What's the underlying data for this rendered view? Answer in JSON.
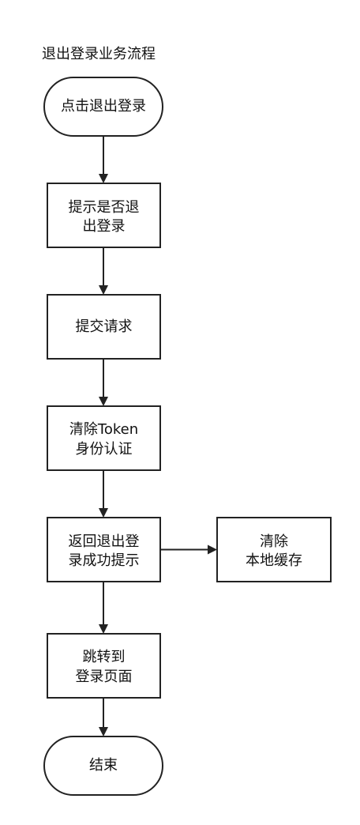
{
  "title": "退出登录业务流程",
  "nodes": [
    {
      "id": "start",
      "shape": "terminator",
      "lines": [
        "点击退出登录"
      ]
    },
    {
      "id": "confirm",
      "shape": "process",
      "lines": [
        "提示是否退",
        "出登录"
      ]
    },
    {
      "id": "submit",
      "shape": "process",
      "lines": [
        "提交请求"
      ]
    },
    {
      "id": "clear-token",
      "shape": "process",
      "lines": [
        "清除Token",
        "身份认证"
      ]
    },
    {
      "id": "return-success",
      "shape": "process",
      "lines": [
        "返回退出登",
        "录成功提示"
      ]
    },
    {
      "id": "clear-cache",
      "shape": "process",
      "lines": [
        "清除",
        "本地缓存"
      ]
    },
    {
      "id": "redirect-login",
      "shape": "process",
      "lines": [
        "跳转到",
        "登录页面"
      ]
    },
    {
      "id": "end",
      "shape": "terminator",
      "lines": [
        "结束"
      ]
    }
  ],
  "edges": [
    {
      "from": "start",
      "to": "confirm"
    },
    {
      "from": "confirm",
      "to": "submit"
    },
    {
      "from": "submit",
      "to": "clear-token"
    },
    {
      "from": "clear-token",
      "to": "return-success"
    },
    {
      "from": "return-success",
      "to": "clear-cache"
    },
    {
      "from": "return-success",
      "to": "redirect-login"
    },
    {
      "from": "redirect-login",
      "to": "end"
    }
  ],
  "colors": {
    "stroke": "#222222",
    "fill": "#ffffff",
    "text": "#111111"
  }
}
